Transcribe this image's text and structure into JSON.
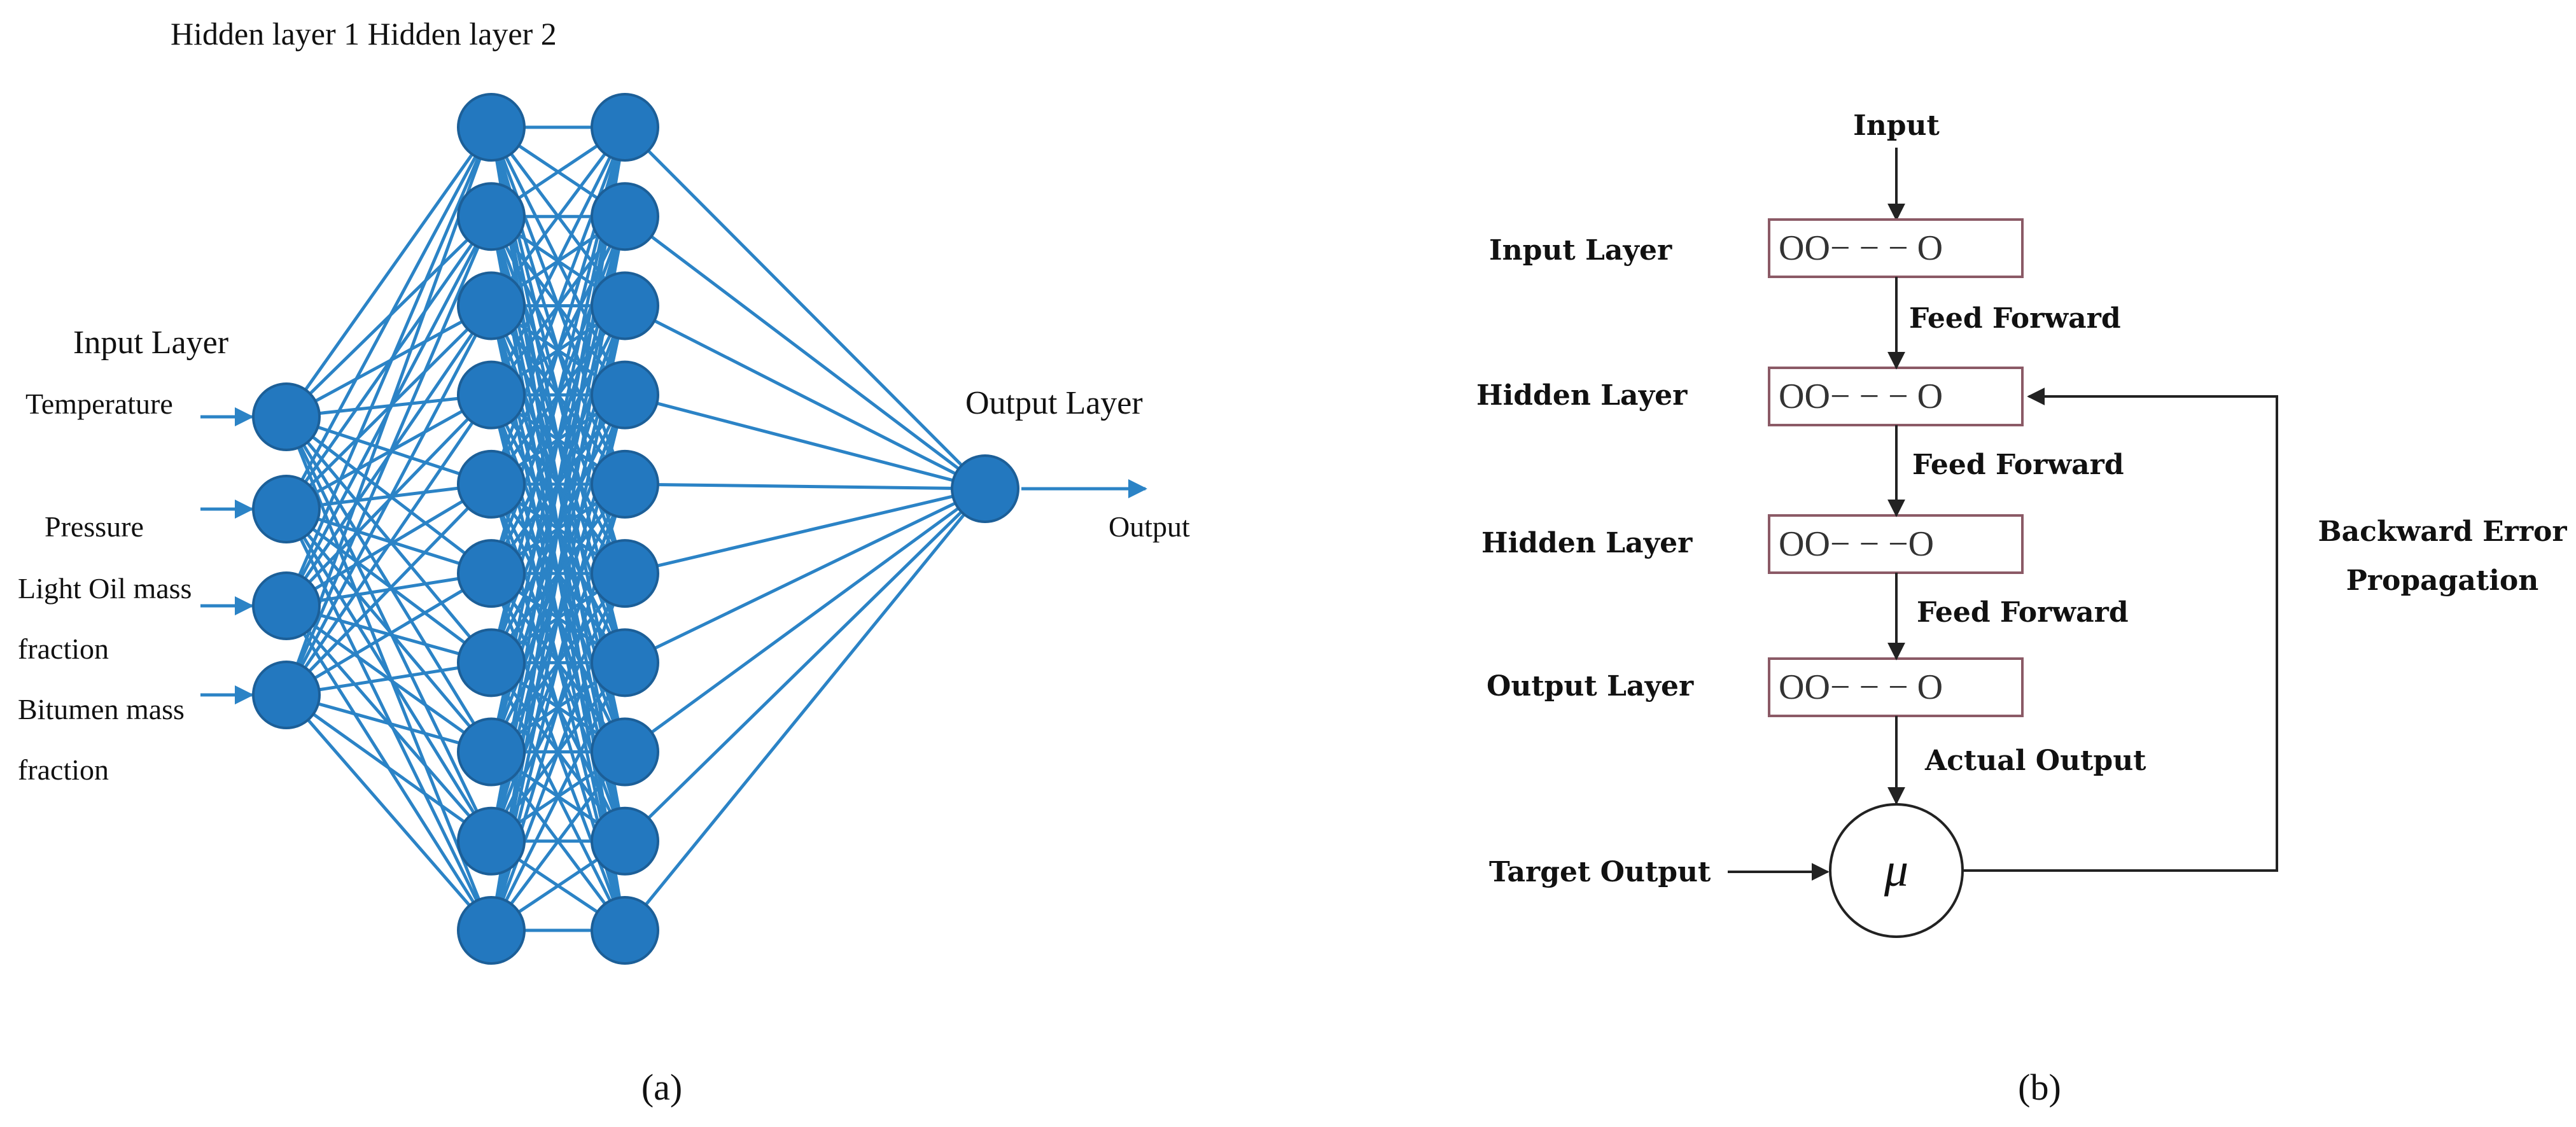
{
  "panel_a": {
    "header_labels": "Hidden layer 1 Hidden layer 2",
    "input_layer_title": "Input Layer",
    "inputs": [
      {
        "label_lines": [
          "Temperature"
        ]
      },
      {
        "label_lines": [
          "Pressure"
        ]
      },
      {
        "label_lines": [
          "Light Oil mass",
          "fraction"
        ]
      },
      {
        "label_lines": [
          "Bitumen mass",
          "fraction"
        ]
      }
    ],
    "hidden_layer_1_nodes": 10,
    "hidden_layer_2_nodes": 10,
    "output_layer_title": "Output Layer",
    "output_label": "Output",
    "node_color": "#2378bf",
    "node_stroke": "#1c5f98",
    "edge_color": "#2b83c6",
    "caption": "(a)"
  },
  "panel_b": {
    "input_label": "Input",
    "feed_forward_label": "Feed Forward",
    "actual_output_label": "Actual Output",
    "target_output_label": "Target Output",
    "mu_symbol": "μ",
    "backprop_lines": [
      "Backward Error",
      "Propagation"
    ],
    "layers": [
      {
        "label": "Input Layer",
        "glyphs": "OO− −  − O"
      },
      {
        "label": "Hidden Layer",
        "glyphs": "OO− − −  O"
      },
      {
        "label": "Hidden Layer",
        "glyphs": "OO− −  −O"
      },
      {
        "label": "Output Layer",
        "glyphs": "OO− − −  O"
      }
    ],
    "box_border_color": "#8b5a66",
    "caption": "(b)"
  }
}
